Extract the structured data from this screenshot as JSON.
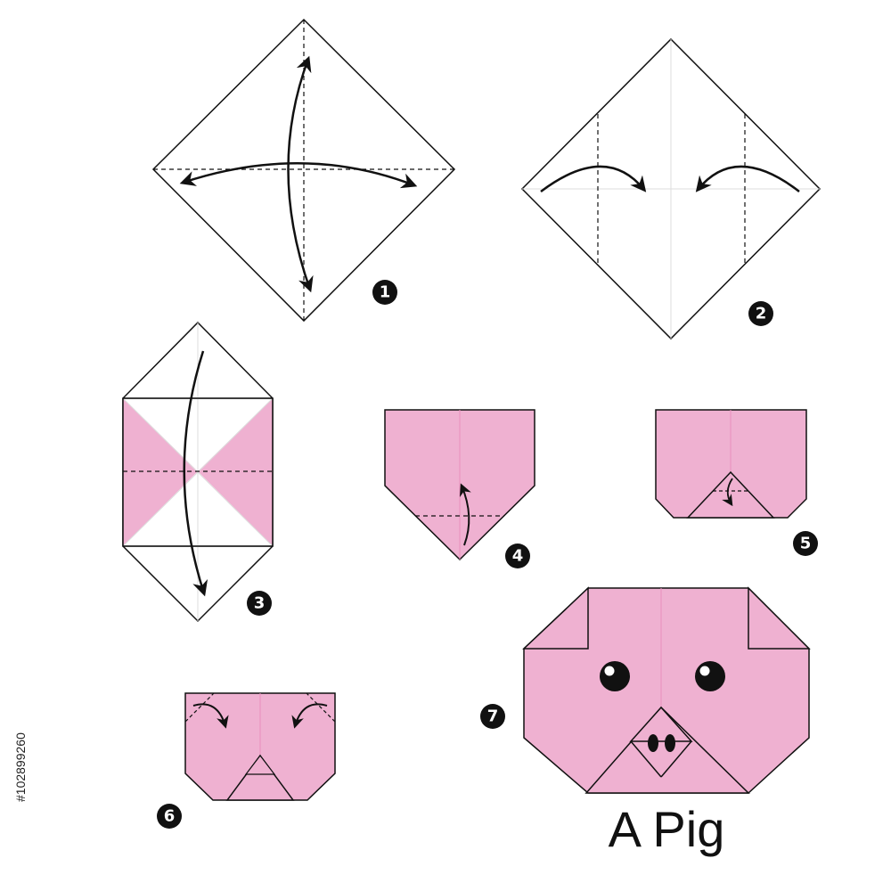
{
  "title": "A Pig",
  "watermark_id": "#102899260",
  "steps": [
    {
      "label": "1"
    },
    {
      "label": "2"
    },
    {
      "label": "3"
    },
    {
      "label": "4"
    },
    {
      "label": "5"
    },
    {
      "label": "6"
    },
    {
      "label": "7"
    }
  ],
  "colors": {
    "paper": "#ffffff",
    "pink": "#efb1d1",
    "outline": "#111111",
    "badge": "#111111",
    "center_line": "#e8a0c4"
  }
}
